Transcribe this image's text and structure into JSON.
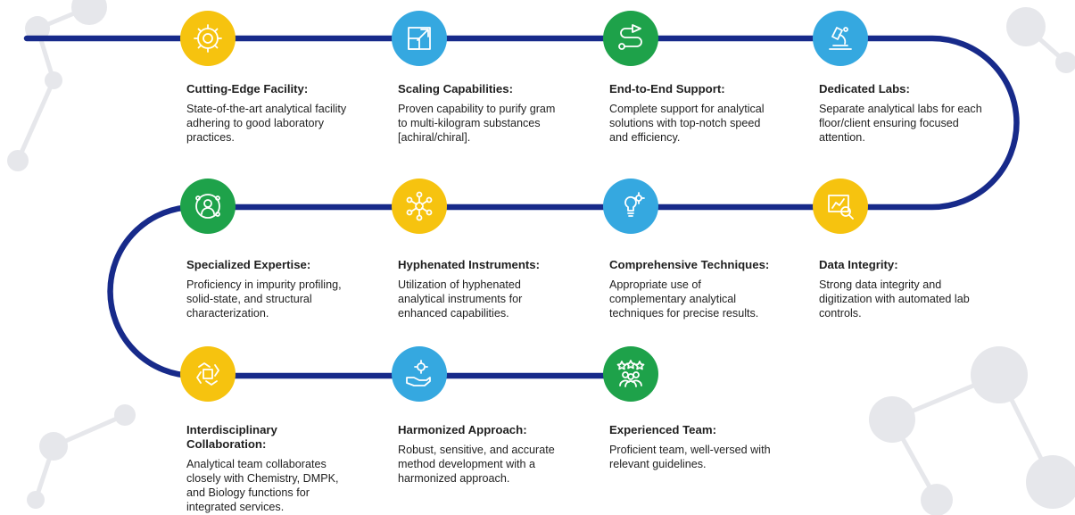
{
  "colors": {
    "path": "#172a8a",
    "yellow": "#f6c30f",
    "blue": "#35a8e0",
    "green": "#1ea24a",
    "molecule": "#e6e7eb"
  },
  "items": [
    {
      "title": "Cutting-Edge Facility:",
      "desc": "State-of-the-art analytical facility adhering to good laboratory practices.",
      "color": "yellow",
      "icon": "gear-atom-icon"
    },
    {
      "title": "Scaling Capabilities:",
      "desc": "Proven capability to purify gram to multi-kilogram substances [achiral/chiral].",
      "color": "blue",
      "icon": "scale-arrow-icon"
    },
    {
      "title": "End-to-End Support:",
      "desc": "Complete support for analytical solutions with top-notch speed and efficiency.",
      "color": "green",
      "icon": "route-icon"
    },
    {
      "title": "Dedicated Labs:",
      "desc": "Separate analytical labs for each floor/client ensuring focused attention.",
      "color": "blue",
      "icon": "microscope-icon"
    },
    {
      "title": "Specialized Expertise:",
      "desc": "Proficiency in impurity profiling, solid-state, and structural characterization.",
      "color": "green",
      "icon": "expert-icon"
    },
    {
      "title": "Hyphenated Instruments:",
      "desc": "Utilization of hyphenated analytical instruments for enhanced capabilities.",
      "color": "yellow",
      "icon": "network-icon"
    },
    {
      "title": "Comprehensive Techniques:",
      "desc": "Appropriate use of complementary analytical techniques for precise results.",
      "color": "blue",
      "icon": "bulb-gear-icon"
    },
    {
      "title": "Data Integrity:",
      "desc": "Strong data integrity and digitization with automated lab controls.",
      "color": "yellow",
      "icon": "data-chart-icon"
    },
    {
      "title": "Interdisciplinary Collaboration:",
      "desc": "Analytical team collaborates closely with Chemistry, DMPK, and Biology functions for integrated services.",
      "color": "yellow",
      "icon": "hands-icon"
    },
    {
      "title": "Harmonized Approach:",
      "desc": "Robust, sensitive, and accurate method development with a harmonized approach.",
      "color": "blue",
      "icon": "hand-gear-icon"
    },
    {
      "title": "Experienced Team:",
      "desc": "Proficient team, well-versed with relevant guidelines.",
      "color": "green",
      "icon": "team-stars-icon"
    }
  ]
}
